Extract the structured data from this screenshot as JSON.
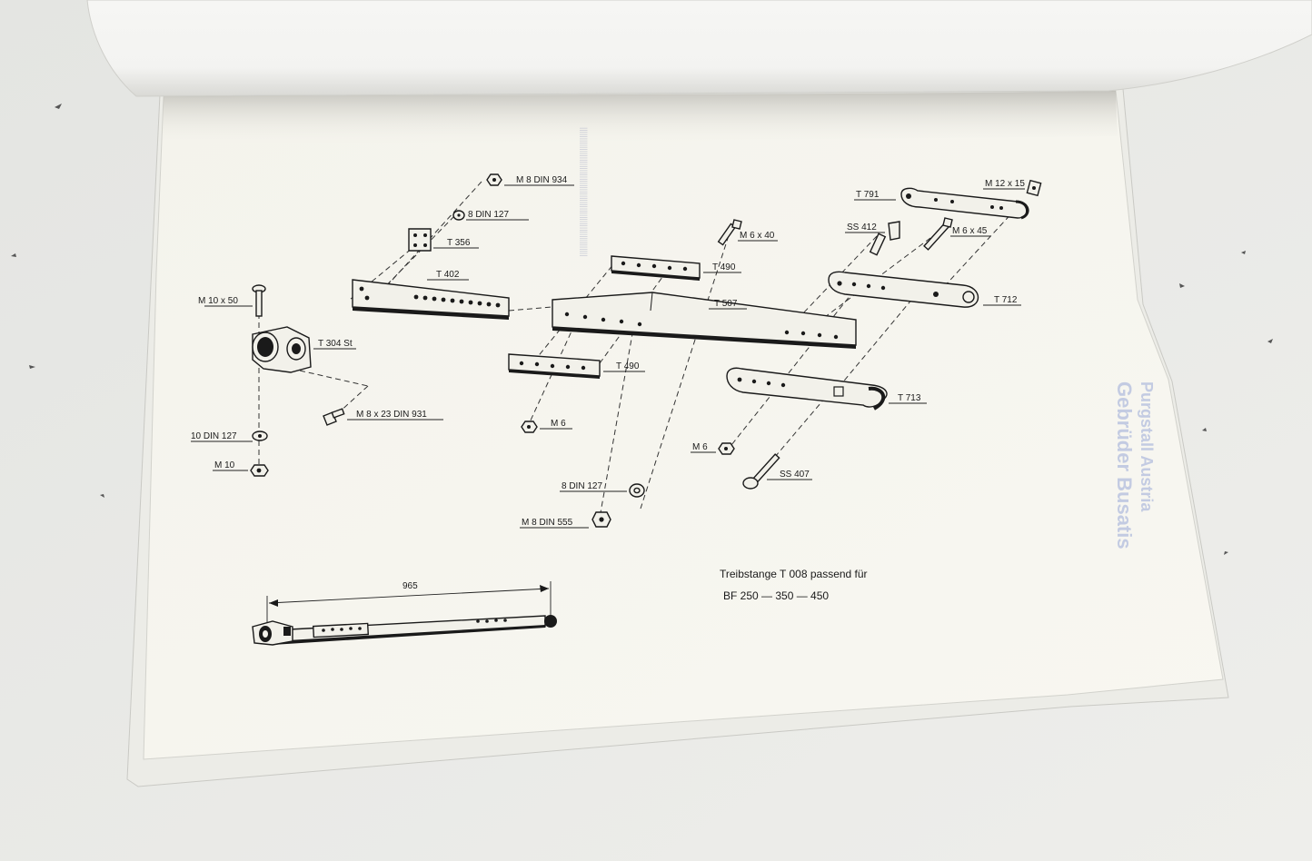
{
  "diagram": {
    "part_labels": {
      "m8_din934": "M 8  DIN  934",
      "din127_8_top": "8  DIN  127",
      "t356": "T  356",
      "t402": "T  402",
      "m10x50": "M 10 x 50",
      "t304st": "T  304  St",
      "m8x23_din931": "M  8 x 23  DIN  931",
      "din127_10": "10  DIN  127",
      "m10": "M  10",
      "m6x40": "M  6 x 40",
      "t490_top": "T  490",
      "t507": "T  507",
      "t490_bottom": "T  490",
      "m6_left": "M  6",
      "din127_8_bottom": "8  DIN  127",
      "m8_din555": "M  8  DIN  555",
      "t791": "T  791",
      "m12x15": "M  12 x 15",
      "ss412": "SS  412",
      "m6x45": "M  6 x 45",
      "t712": "T  712",
      "t713": "T  713",
      "m6_right": "M  6",
      "ss407": "SS  407"
    },
    "dimension_965": "965",
    "caption_line1": "Treibstange    T  008   passend  für",
    "caption_line2": "BF  250  —  350  —  450"
  }
}
